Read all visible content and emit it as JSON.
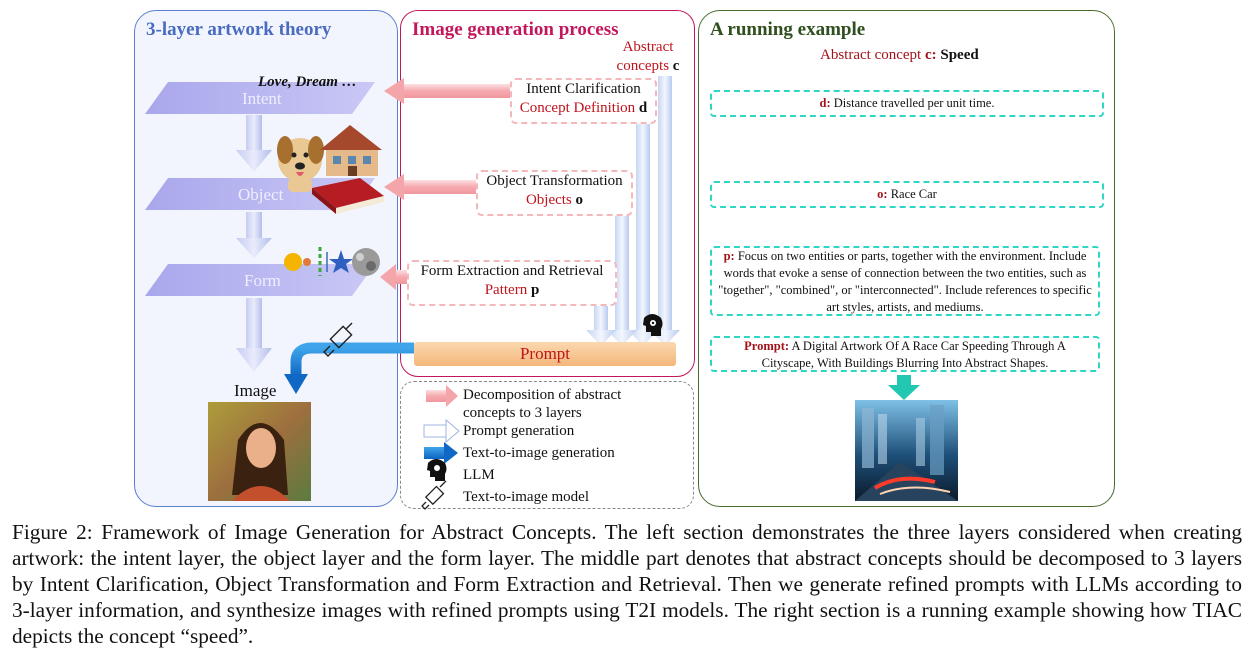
{
  "left_panel": {
    "title": "3-layer artwork theory",
    "layers": [
      "Intent",
      "Object",
      "Form"
    ],
    "intent_text": "Love, Dream …",
    "image_label": "Image"
  },
  "middle_panel": {
    "title": "Image generation process",
    "abstract_concepts": "Abstract concepts",
    "abstract_var": "c",
    "step1_title": "Intent Clarification",
    "step1_sub": "Concept Definition",
    "step1_var": "d",
    "step2_title": "Object Transformation",
    "step2_sub": "Objects",
    "step2_var": "o",
    "step3_title": "Form Extraction and Retrieval",
    "step3_sub": "Pattern",
    "step3_var": "p",
    "prompt_label": "Prompt"
  },
  "legend": [
    {
      "icon": "pink-arrow-icon",
      "text": "Decomposition of abstract concepts to 3 layers"
    },
    {
      "icon": "blue-outline-arrow-icon",
      "text": "Prompt generation"
    },
    {
      "icon": "blue-arrow-icon",
      "text": "Text-to-image generation"
    },
    {
      "icon": "llm-head-icon",
      "text": "LLM"
    },
    {
      "icon": "paintbrush-icon",
      "text": "Text-to-image model"
    }
  ],
  "right_panel": {
    "title": "A running example",
    "concept_prefix": "Abstract concept",
    "concept_var": "c:",
    "concept_value": "Speed",
    "d_key": "d:",
    "d_text": "Distance travelled per unit time.",
    "o_key": "o:",
    "o_text": "Race Car",
    "p_key": "p:",
    "p_text": "Focus on two entities or parts, together with the environment. Include words that evoke a sense of connection between the two entities, such as \"together\", \"combined\", or \"interconnected\". Include references to specific art styles, artists, and mediums.",
    "prompt_key": "Prompt:",
    "prompt_text": "A Digital Artwork Of A Race Car Speeding Through A Cityscape, With Buildings Blurring Into Abstract Shapes."
  },
  "caption": "Figure 2: Framework of Image Generation for Abstract Concepts. The left section demonstrates the three layers considered when creating artwork: the intent layer, the object layer and the form layer. The middle part denotes that abstract concepts should be decomposed to 3 layers by Intent Clarification, Object Transformation and Form Extraction and Retrieval. Then we generate refined prompts with LLMs according to 3-layer information, and synthesize images with refined prompts using T2I models. The right section is a running example showing how TIAC depicts the concept “speed”.",
  "colors": {
    "left_border": "#5b7fcf",
    "middle_border": "#c2185b",
    "right_border": "#3f5a2a",
    "plane": "#b7b6ef",
    "pink_dash": "#f2a3a8",
    "teal_dash": "#2fd6c4",
    "prompt_fill": "#f8c48f",
    "blue_arrow": "#1677d2"
  }
}
